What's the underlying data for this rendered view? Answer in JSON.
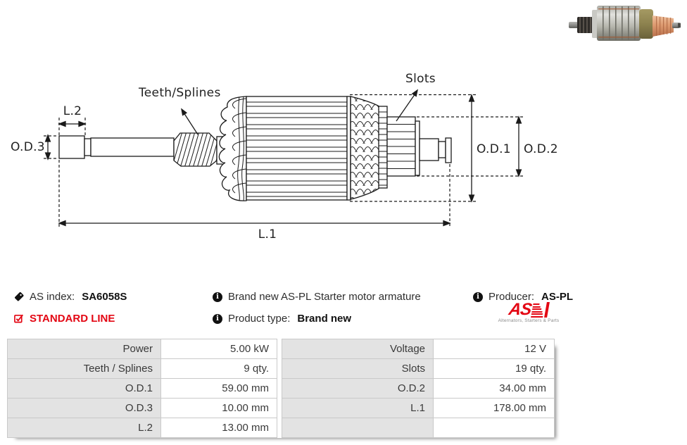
{
  "diagram": {
    "labels": {
      "teeth_splines": "Teeth/Splines",
      "slots": "Slots",
      "l1": "L.1",
      "l2": "L.2",
      "od1": "O.D.1",
      "od2": "O.D.2",
      "od3": "O.D.3"
    }
  },
  "info": {
    "as_index": {
      "label": "AS index:",
      "value": "SA6058S"
    },
    "standard_line": "STANDARD LINE",
    "description": "Brand new AS-PL Starter motor armature",
    "product_type": {
      "label": "Product type:",
      "value": "Brand new"
    },
    "producer": {
      "label": "Producer:",
      "value": "AS-PL"
    },
    "logo": {
      "text": "AS",
      "caption": "Alternators, Starters & Parts"
    }
  },
  "icons": {
    "as_index": "tag-icon",
    "standard_line": "checkbox-checked-icon",
    "description": "info-icon",
    "product_type": "info-icon",
    "producer": "info-icon"
  },
  "specs": {
    "left": [
      {
        "label": "Power",
        "value": "5.00 kW"
      },
      {
        "label": "Teeth / Splines",
        "value": "9 qty."
      },
      {
        "label": "O.D.1",
        "value": "59.00 mm"
      },
      {
        "label": "O.D.3",
        "value": "10.00 mm"
      },
      {
        "label": "L.2",
        "value": "13.00 mm"
      }
    ],
    "right": [
      {
        "label": "Voltage",
        "value": "12 V"
      },
      {
        "label": "Slots",
        "value": "19 qty."
      },
      {
        "label": "O.D.2",
        "value": "34.00 mm"
      },
      {
        "label": "L.1",
        "value": "178.00 mm"
      },
      {
        "label": "",
        "value": ""
      }
    ]
  },
  "colors": {
    "brand_red": "#e30613",
    "table_label_bg": "#e3e3e3",
    "table_border": "#c9c9c9",
    "diagram_stroke": "#1a1a1a",
    "text": "#333333"
  }
}
